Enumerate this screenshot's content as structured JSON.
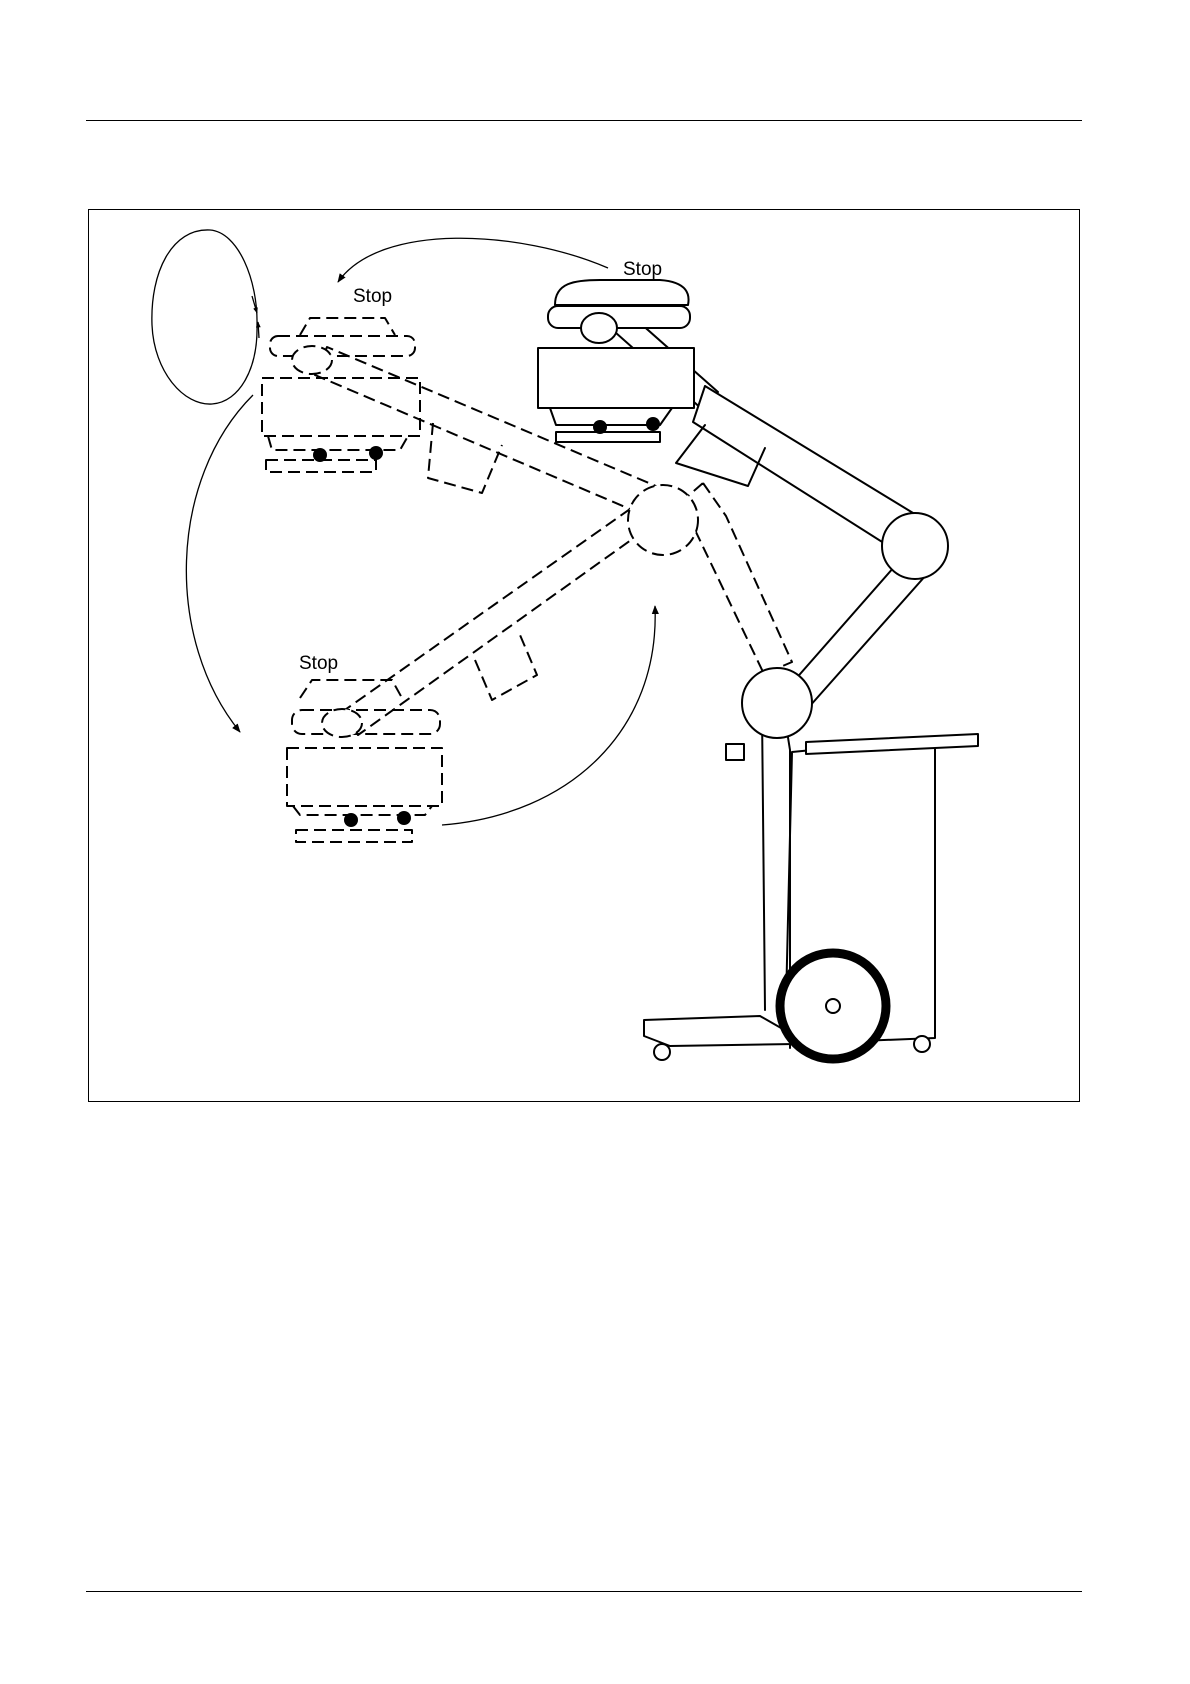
{
  "figure": {
    "labels": {
      "stop_top_right": "Stop",
      "stop_top_left": "Stop",
      "stop_bottom": "Stop"
    },
    "colors": {
      "ink": "#000000",
      "paper": "#ffffff"
    }
  }
}
